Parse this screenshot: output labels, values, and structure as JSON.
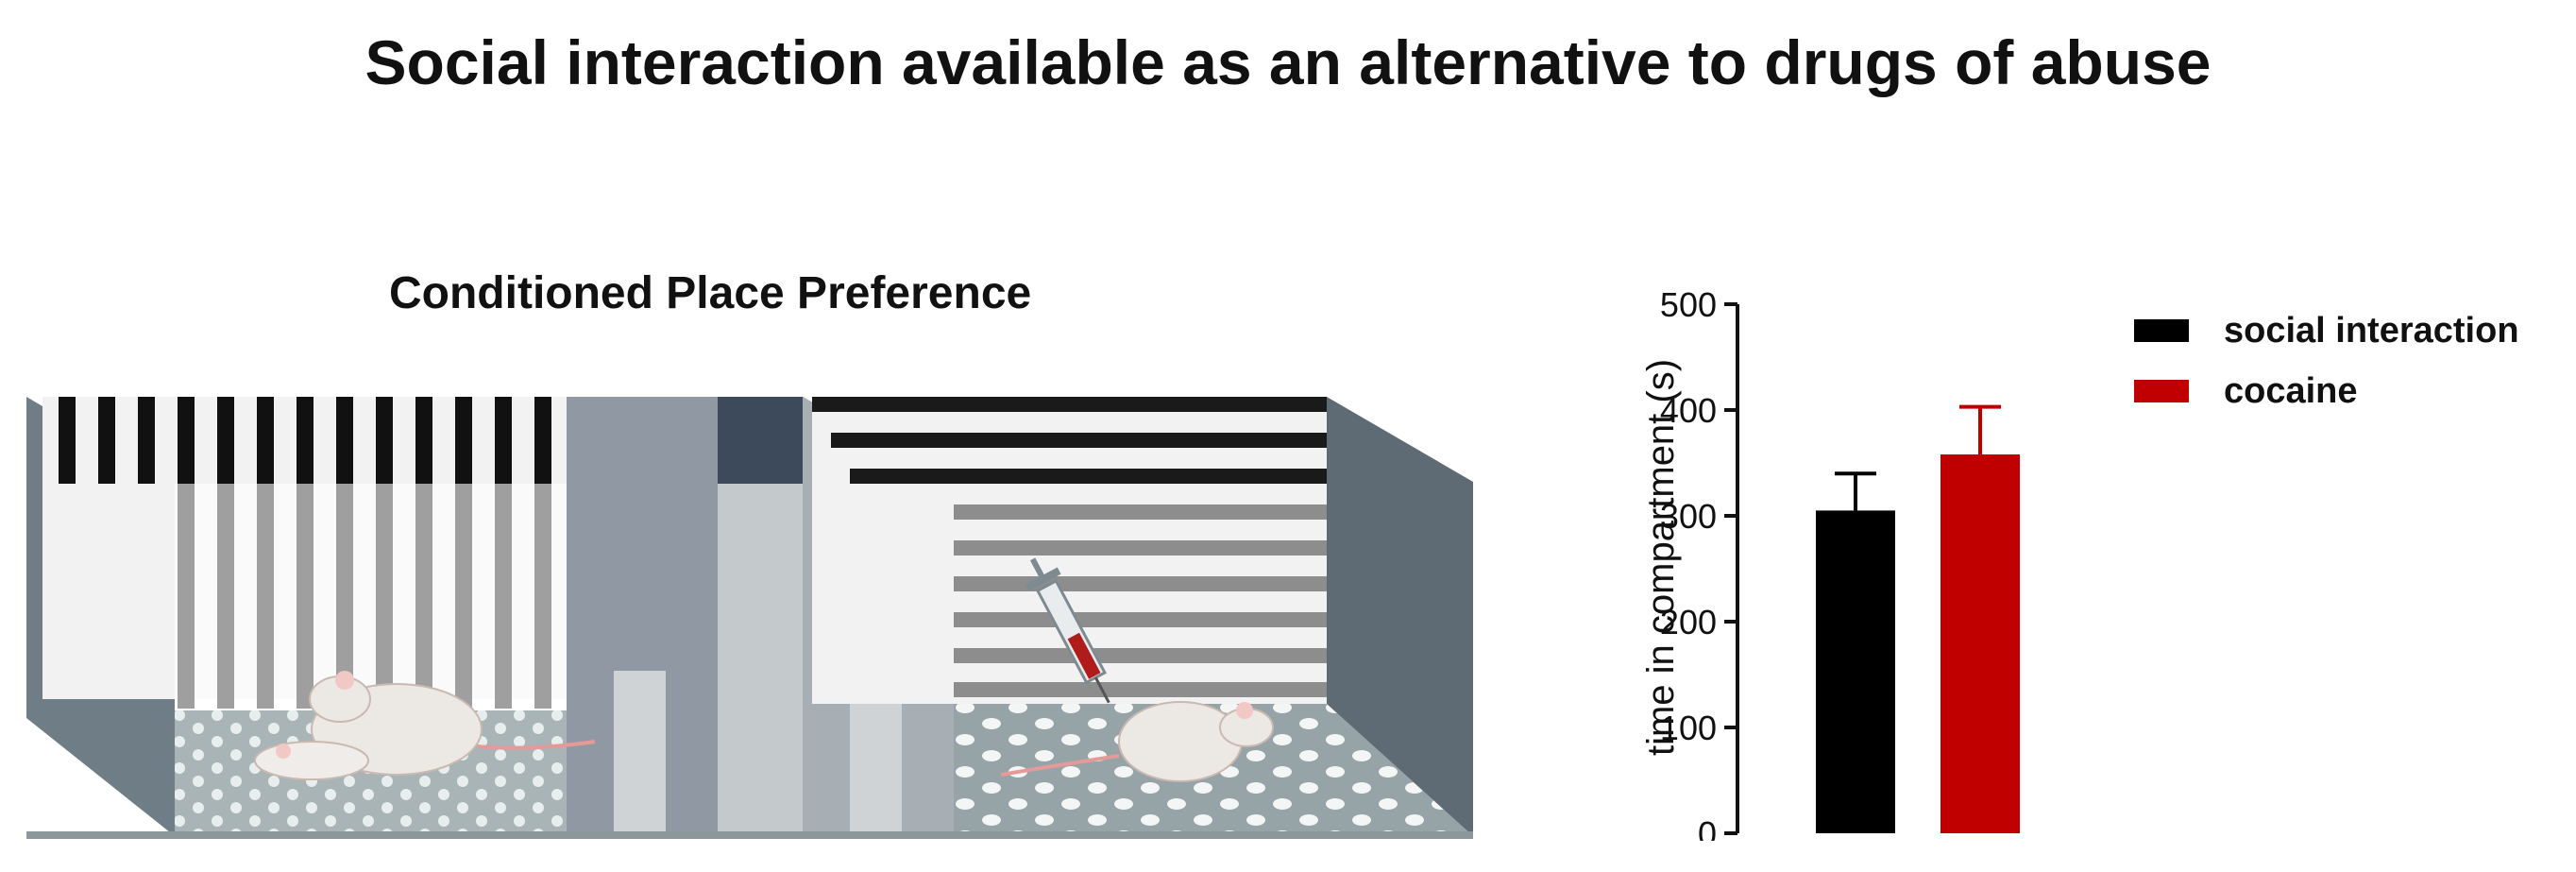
{
  "page": {
    "title": "Social interaction available as an alternative to drugs of abuse",
    "subtitle": "Conditioned Place Preference"
  },
  "chart_data": {
    "type": "bar",
    "categories": [
      "social interaction",
      "cocaine"
    ],
    "series": [
      {
        "name": "social interaction",
        "values": [
          305
        ],
        "error": [
          35
        ],
        "color": "#000000"
      },
      {
        "name": "cocaine",
        "values": [
          358
        ],
        "error": [
          45
        ],
        "color": "#c00000"
      }
    ],
    "ylabel": "time in compartment (s)",
    "ylim": [
      0,
      500
    ],
    "yticks": [
      0,
      100,
      200,
      300,
      400,
      500
    ],
    "legend": [
      "social interaction",
      "cocaine"
    ],
    "legend_position": "right",
    "grid": false
  },
  "illustration": {
    "icons": [
      "syringe-icon",
      "rat-icon"
    ]
  }
}
